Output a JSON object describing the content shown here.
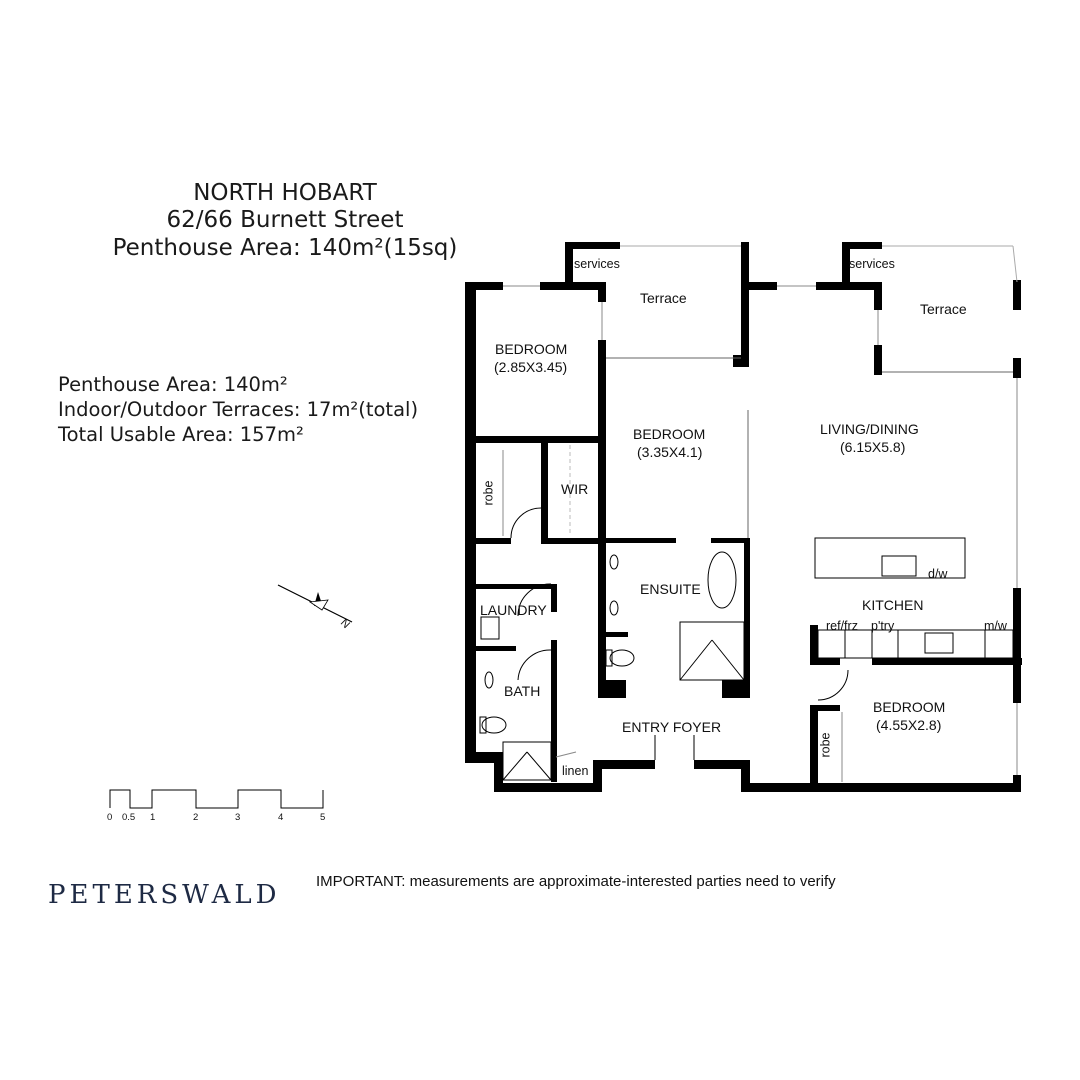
{
  "header": {
    "suburb": "NORTH HOBART",
    "address": "62/66 Burnett Street",
    "area_line": "Penthouse Area: 140m²(15sq)"
  },
  "areas": [
    "Penthouse Area: 140m²",
    "Indoor/Outdoor Terraces: 17m²(total)",
    "Total Usable Area: 157m²"
  ],
  "rooms": {
    "services_left": "services",
    "services_right": "services",
    "terrace_left": "Terrace",
    "terrace_right": "Terrace",
    "bedroom1_name": "BEDROOM",
    "bedroom1_dims": "(2.85X3.45)",
    "bedroom2_name": "BEDROOM",
    "bedroom2_dims": "(3.35X4.1)",
    "living_name": "LIVING/DINING",
    "living_dims": "(6.15X5.8)",
    "wir": "WIR",
    "robe_left": "robe",
    "robe_right": "robe",
    "ensuite": "ENSUITE",
    "laundry": "LAUNDRY",
    "bath": "BATH",
    "kitchen": "KITCHEN",
    "dw": "d/w",
    "ref_frz": "ref/frz",
    "pantry": "p'try",
    "mw": "m/w",
    "bedroom3_name": "BEDROOM",
    "bedroom3_dims": "(4.55X2.8)",
    "entry": "ENTRY FOYER",
    "linen": "linen"
  },
  "compass": {
    "label": "N"
  },
  "scale": [
    "0",
    "0.5",
    "1",
    "2",
    "3",
    "4",
    "5"
  ],
  "brand": "PETERSWALD",
  "notice": "IMPORTANT: measurements are approximate-interested parties need to verify"
}
